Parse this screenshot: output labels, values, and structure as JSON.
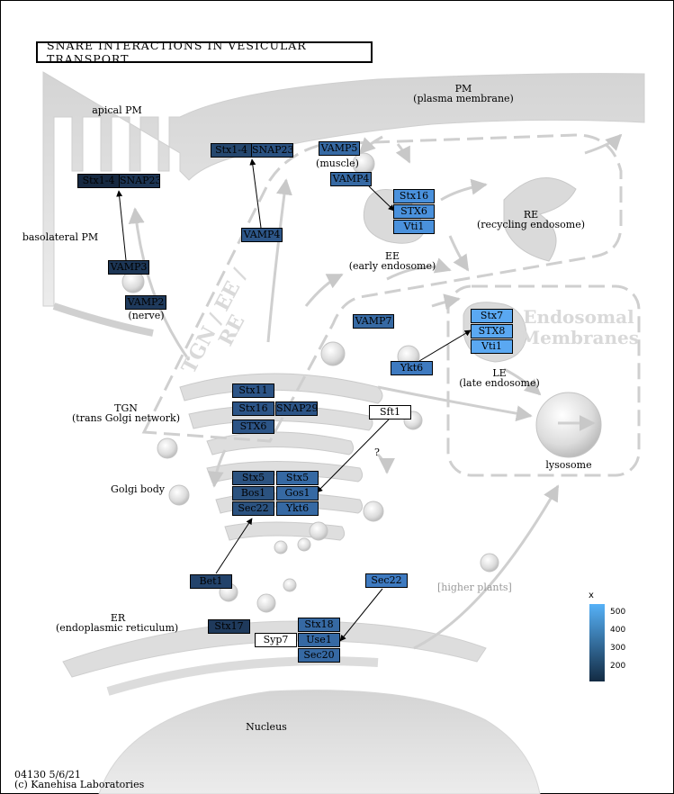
{
  "title": "SNARE INTERACTIONS IN VESICULAR TRANSPORT",
  "labels": {
    "pm": "PM",
    "pm_full": "(plasma membrane)",
    "apical_pm": "apical PM",
    "basolateral_pm": "basolateral PM",
    "muscle": "(muscle)",
    "nerve": "(nerve)",
    "re": "RE",
    "re_full": "(recycling endosome)",
    "ee": "EE",
    "ee_full": "(early endosome)",
    "le": "LE",
    "le_full": "(late endosome)",
    "lysosome": "lysosome",
    "tgn": "TGN",
    "tgn_full": "(trans Golgi network)",
    "golgi": "Golgi body",
    "er": "ER",
    "er_full": "(endoplasmic reticulum)",
    "nucleus": "Nucleus",
    "question": "?",
    "higher_plants": "[higher plants]",
    "watermark_tgn": "TGN / EE / RE",
    "endosomal_1": "Endosomal",
    "endosomal_2": "Membranes"
  },
  "genes": {
    "stx1_4_a": "Stx1-4",
    "snap23_a": "SNAP23",
    "stx1_4_b": "Stx1-4",
    "snap23_b": "SNAP23",
    "vamp5": "VAMP5",
    "vamp4_a": "VAMP4",
    "vamp4_b": "VAMP4",
    "stx16_a": "Stx16",
    "stx6": "STX6",
    "vti1_a": "Vti1",
    "vamp3": "VAMP3",
    "vamp2": "VAMP2",
    "vamp7": "VAMP7",
    "stx7": "Stx7",
    "stx8": "STX8",
    "vti1_b": "Vti1",
    "ykt6_a": "Ykt6",
    "stx11": "Stx11",
    "stx16_b": "Stx16",
    "snap29": "SNAP29",
    "stx6_b": "STX6",
    "sft1": "Sft1",
    "stx5_a": "Stx5",
    "bos1": "Bos1",
    "sec22_a": "Sec22",
    "stx5_b": "Stx5",
    "gos1": "Gos1",
    "ykt6_b": "Ykt6",
    "bet1": "Bet1",
    "sec22_b": "Sec22",
    "stx17": "Stx17",
    "syp7": "Syp7",
    "stx18": "Stx18",
    "use1": "Use1",
    "sec20": "Sec20"
  },
  "gene_colors": {
    "stx1_4_a": "#162840",
    "snap23_a": "#1c3453",
    "stx1_4_b": "#25476e",
    "snap23_b": "#2a5180",
    "vamp5": "#3669a3",
    "vamp4_a": "#3669a3",
    "vamp4_b": "#2d5688",
    "stx16_a": "#4a91dc",
    "stx6": "#4a91dc",
    "vti1_a": "#4a91dc",
    "vamp3": "#1d3655",
    "vamp2": "#1f3a5c",
    "vamp7": "#3669a3",
    "stx7": "#5aa8f2",
    "stx8": "#5aa8f2",
    "vti1_b": "#5aa8f2",
    "ykt6_a": "#3e7ac0",
    "stx11": "#2c5486",
    "stx16_b": "#2c5486",
    "snap29": "#2c5486",
    "stx6_b": "#2c5486",
    "stx5_a": "#2b527f",
    "bos1": "#2b527f",
    "sec22_a": "#2b527f",
    "stx5_b": "#3669a3",
    "gos1": "#3669a3",
    "ykt6_b": "#3669a3",
    "bet1": "#23436b",
    "sec22_b": "#3e7ac0",
    "stx17": "#1f3a5c",
    "stx18": "#3669a3",
    "use1": "#3669a3",
    "sec20": "#3669a3"
  },
  "legend": {
    "title": "x",
    "ticks": [
      "500",
      "400",
      "300",
      "200"
    ],
    "color_high": "#56B1F7",
    "color_low": "#132B43"
  },
  "footer": {
    "line1": "04130 5/6/21",
    "line2": "(c) Kanehisa Laboratories"
  }
}
